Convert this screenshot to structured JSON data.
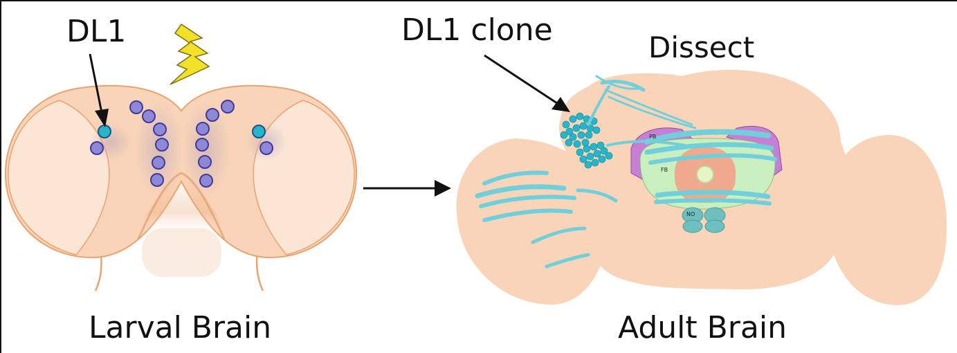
{
  "labels": {
    "dl1": "DL1",
    "dl1_clone": "DL1 clone",
    "dissect": "Dissect",
    "larval_brain": "Larval Brain",
    "adult_brain": "Adult Brain"
  },
  "structures": {
    "pb": "PB",
    "fb": "FB",
    "no": "NO"
  },
  "colors": {
    "brain_peach": "#f9d4b8",
    "lobe_light": "#fbe6d6",
    "outline_orange": "#eaa36f",
    "neuron_purple": "#8e88d6",
    "neuron_outline": "#3e3a9a",
    "dl1_teal": "#27b6c9",
    "clone_cyan": "#6fd0dc",
    "pb_purple": "#c77fd6",
    "fb_green": "#c9efbf",
    "fb_core": "#f0a98d",
    "no_teal": "#6dbfc0",
    "lightning_yellow": "#f2e126"
  }
}
